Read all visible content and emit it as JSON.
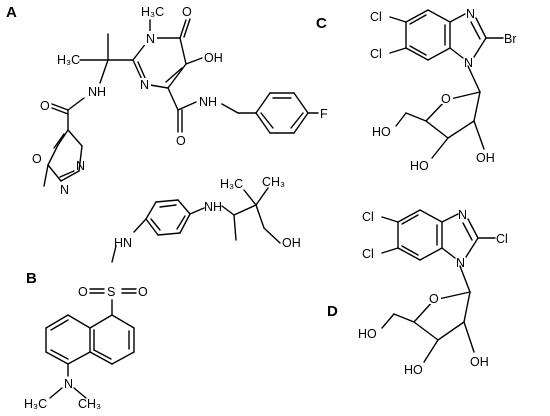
{
  "figure": {
    "panels": [
      "A",
      "B",
      "C",
      "D"
    ],
    "A": {
      "methyl_n": "H₃C",
      "n_ring": "N",
      "o_top": "O",
      "oh": "OH",
      "n_ring2": "N",
      "h3c": "H₃C",
      "nh": "NH",
      "o_amide": "O",
      "nh2": "NH",
      "o_amide2": "O",
      "f": "F",
      "o_oxa": "O",
      "n_a": "N",
      "n_b": "N"
    },
    "B": {
      "h3c_top": "H₃C",
      "ch3": "CH₃",
      "nh_chain": "NH",
      "oh": "OH",
      "hn": "HN",
      "o_left": "O",
      "s": "S",
      "o_right": "O",
      "n": "N",
      "h3c": "H₃C",
      "ch3_right": "CH₃"
    },
    "C": {
      "cl1": "Cl",
      "cl2": "Cl",
      "n_top": "N",
      "br": "Br",
      "n_bottom": "N",
      "o_ring": "O",
      "ho": "HO",
      "ho2": "HO",
      "oh": "OH"
    },
    "D": {
      "cl1": "Cl",
      "cl2": "Cl",
      "n_top": "N",
      "cl3": "Cl",
      "n_bottom": "N",
      "o_ring": "O",
      "ho": "HO",
      "ho2": "HO",
      "oh": "OH"
    }
  }
}
